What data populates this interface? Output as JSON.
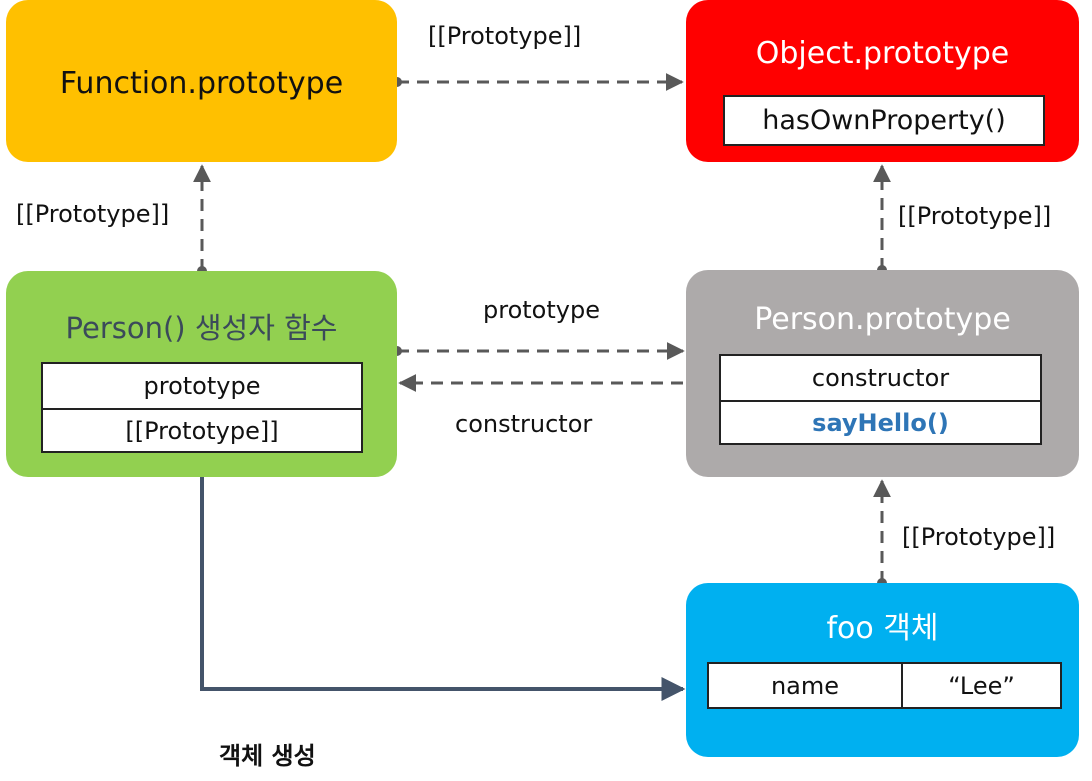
{
  "nodes": {
    "function_prototype": {
      "title": "Function.prototype",
      "color": "#FFC000"
    },
    "object_prototype": {
      "title": "Object.prototype",
      "color": "#FF0000",
      "properties": [
        "hasOwnProperty()"
      ]
    },
    "person_constructor": {
      "title": "Person() 생성자 함수",
      "color": "#92D050",
      "properties": [
        "prototype",
        "[[Prototype]]"
      ]
    },
    "person_prototype": {
      "title": "Person.prototype",
      "color": "#ADAAAA",
      "properties": [
        "constructor",
        "sayHello()"
      ],
      "highlight_color": "#2E75B6"
    },
    "foo": {
      "title": "foo 객체",
      "color": "#00B0F0",
      "property_name": "name",
      "property_value": "“Lee”"
    }
  },
  "edges": {
    "function_to_object": "[[Prototype]]",
    "person_to_function": "[[Prototype]]",
    "personproto_to_object": "[[Prototype]]",
    "prototype_link": "prototype",
    "constructor_link": "constructor",
    "foo_to_personproto": "[[Prototype]]",
    "create_object": "객체 생성"
  }
}
